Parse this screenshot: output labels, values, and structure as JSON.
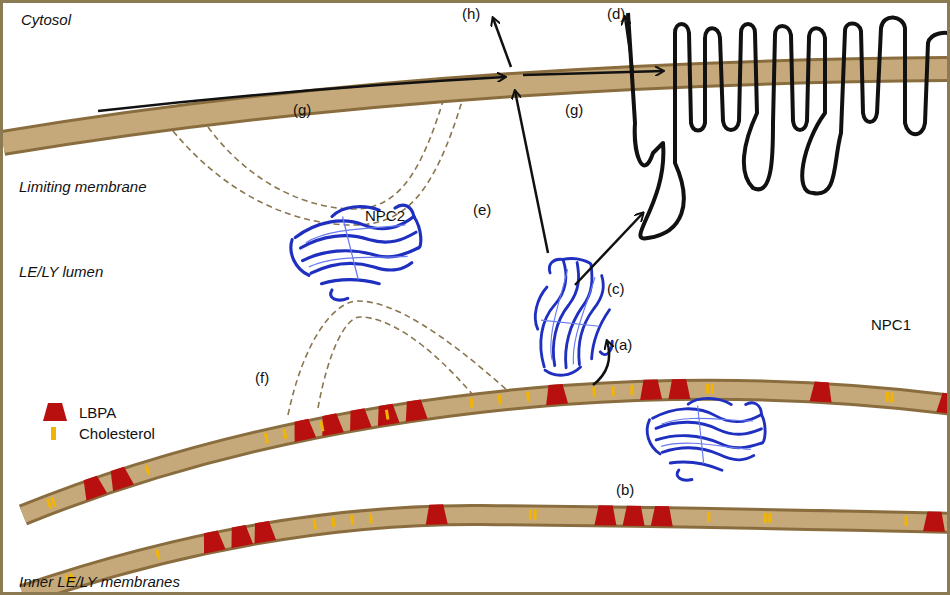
{
  "diagram": {
    "labels": [
      "Cytosol",
      "Limiting membrane",
      "LE/LY lumen",
      "Inner LE/LY membranes",
      "(h)",
      "(d)",
      "(g)",
      "(g)",
      "NPC1",
      "NPC2",
      "(f)",
      "(e)",
      "(c)",
      "(a)",
      "(b)"
    ],
    "legend": [
      {
        "text": "LBPA"
      },
      {
        "text": "Cholesterol"
      }
    ]
  }
}
